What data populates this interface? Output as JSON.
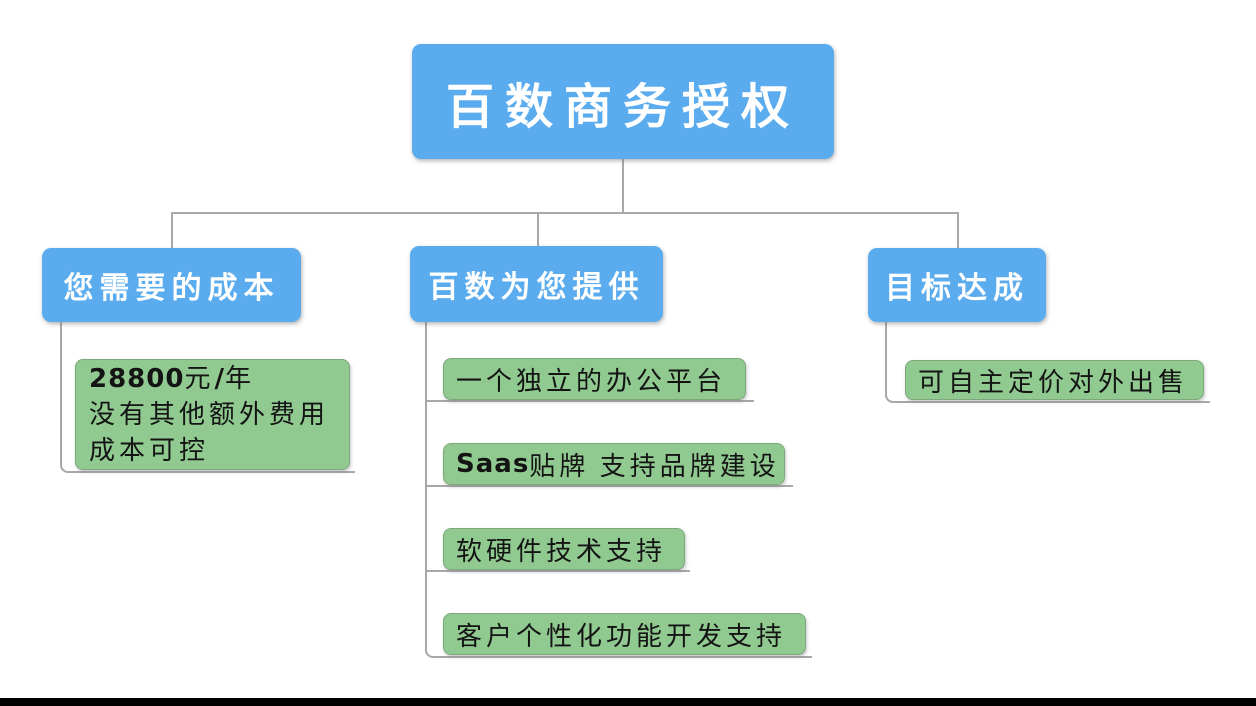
{
  "root": {
    "label": "百数商务授权"
  },
  "branch_cost": {
    "label": "您需要的成本",
    "card": {
      "amount": "28800",
      "currency": "元",
      "slash": "/",
      "per": "年",
      "line2": "没有其他额外费用",
      "line3": "成本可控"
    }
  },
  "branch_provide": {
    "label": "百数为您提供",
    "items": [
      {
        "label": "一个独立的办公平台"
      },
      {
        "bold": "Saas",
        "rest": "贴牌 支持品牌建设"
      },
      {
        "label": "软硬件技术支持"
      },
      {
        "label": "客户个性化功能开发支持"
      }
    ]
  },
  "branch_goal": {
    "label": "目标达成",
    "item": {
      "label": "可自主定价对外出售"
    }
  },
  "colors": {
    "node_blue": "#5aacee",
    "node_green": "#90ca90",
    "green_border": "#7da87d",
    "connector": "#a8a8a8",
    "text_on_blue": "#ffffff",
    "text_on_green": "#141414",
    "bottom_bar": "#000000"
  }
}
